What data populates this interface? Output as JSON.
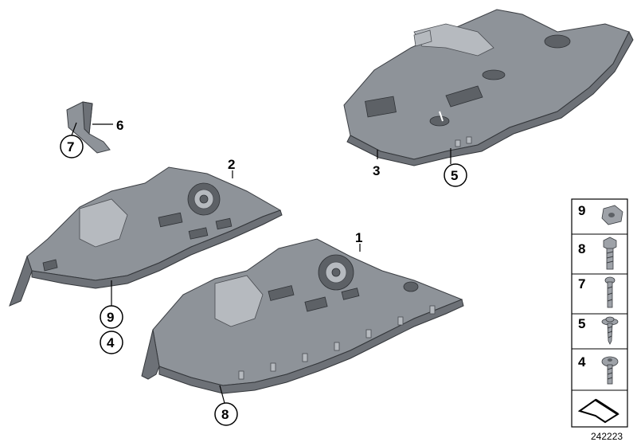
{
  "diagram": {
    "callouts": {
      "c1": "1",
      "c2": "2",
      "c3": "3",
      "c4": "4",
      "c5": "5",
      "c6": "6",
      "c7": "7",
      "c8": "8",
      "c9": "9"
    },
    "legend": {
      "items": [
        {
          "label": "9",
          "icon": "clip-nut-icon"
        },
        {
          "label": "8",
          "icon": "hex-bolt-icon"
        },
        {
          "label": "7",
          "icon": "screw-long-icon"
        },
        {
          "label": "5",
          "icon": "self-tapping-screw-washer-icon"
        },
        {
          "label": "4",
          "icon": "torx-screw-icon"
        }
      ],
      "footer_icon": "arrow-symbol-icon"
    },
    "drawing_number": "242223",
    "colors": {
      "part": "#8e9399",
      "part_dark": "#6d7177",
      "outline": "#3c3f44"
    }
  }
}
